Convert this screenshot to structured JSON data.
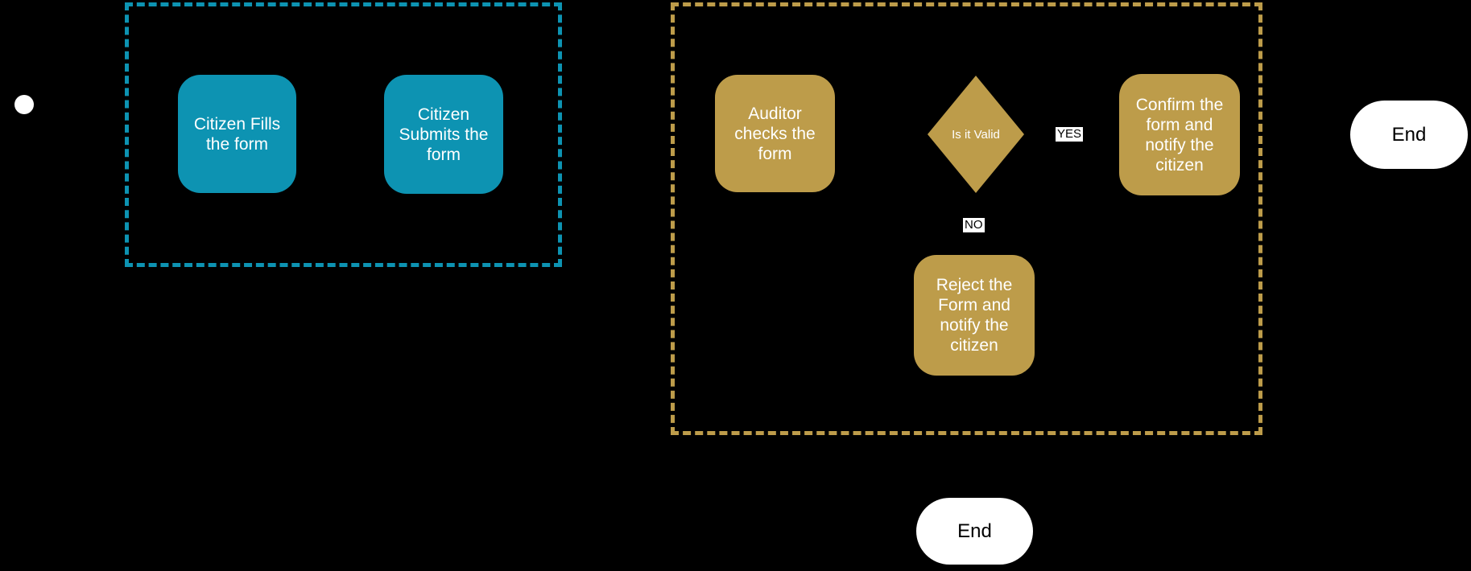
{
  "palette": {
    "teal": "#0d93b2",
    "gold": "#bd9c4a",
    "node_text": "#ffffff",
    "label_bg": "#ffffff",
    "label_text": "#000000",
    "end_fill": "#ffffff",
    "end_text": "#000000",
    "bg": "#000000"
  },
  "lanes": {
    "citizen": {
      "style": "dashed",
      "color": "#0d93b2"
    },
    "auditor": {
      "style": "dashed",
      "color": "#bd9c4a"
    }
  },
  "nodes": {
    "start": {
      "type": "start"
    },
    "fill_form": {
      "label": "Citizen Fills\nthe form"
    },
    "submit_form": {
      "label": "Citizen\nSubmits the\nform"
    },
    "auditor_checks": {
      "label": "Auditor\nchecks the\nform"
    },
    "is_valid": {
      "label": "Is it Valid"
    },
    "confirm": {
      "label": "Confirm the\nform and\nnotify the\ncitizen"
    },
    "reject": {
      "label": "Reject the\nForm and\nnotify the\ncitizen"
    },
    "end_right": {
      "label": "End"
    },
    "end_bottom": {
      "label": "End"
    }
  },
  "edge_labels": {
    "yes": "YES",
    "no": "NO"
  }
}
